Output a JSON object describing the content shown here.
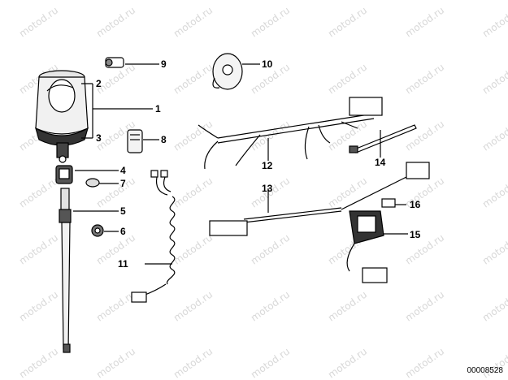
{
  "diagram": {
    "watermark": "motod.ru",
    "document_id": "00008528",
    "callouts": [
      {
        "id": "c1",
        "text": "1"
      },
      {
        "id": "c2",
        "text": "2"
      },
      {
        "id": "c3",
        "text": "3"
      },
      {
        "id": "c4",
        "text": "4"
      },
      {
        "id": "c5",
        "text": "5"
      },
      {
        "id": "c6",
        "text": "6"
      },
      {
        "id": "c7",
        "text": "7"
      },
      {
        "id": "c8",
        "text": "8"
      },
      {
        "id": "c9",
        "text": "9"
      },
      {
        "id": "c10",
        "text": "10"
      },
      {
        "id": "c11",
        "text": "11"
      },
      {
        "id": "c12",
        "text": "12"
      },
      {
        "id": "c13",
        "text": "13"
      },
      {
        "id": "c14",
        "text": "14"
      },
      {
        "id": "c15",
        "text": "15"
      },
      {
        "id": "c16",
        "text": "16"
      }
    ]
  }
}
